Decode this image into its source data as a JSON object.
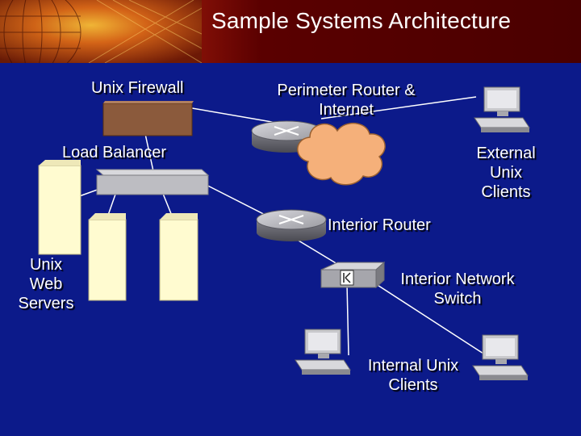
{
  "title": "Sample Systems Architecture",
  "labels": {
    "firewall": "Unix Firewall",
    "perimeter_router_line1": "Perimeter Router &",
    "perimeter_router_line2": "Internet",
    "load_balancer": "Load Balancer",
    "external_clients_line1": "External",
    "external_clients_line2": "Unix",
    "external_clients_line3": "Clients",
    "interior_router": "Interior Router",
    "web_servers_line1": "Unix",
    "web_servers_line2": "Web",
    "web_servers_line3": "Servers",
    "switch_line1": "Interior Network",
    "switch_line2": "Switch",
    "internal_clients_line1": "Internal Unix",
    "internal_clients_line2": "Clients"
  },
  "colors": {
    "background": "#0c1a8a",
    "firewall": "#8b5a3c",
    "cloud": "#f5b07a",
    "server": "#fffbd0",
    "device": "#9a9aa0",
    "link": "#ffffff"
  }
}
